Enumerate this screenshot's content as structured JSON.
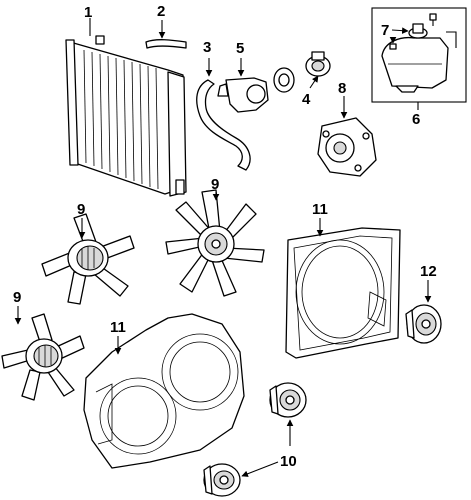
{
  "diagram": {
    "callouts": {
      "c1": "1",
      "c2": "2",
      "c3": "3",
      "c4": "4",
      "c5": "5",
      "c6": "6",
      "c7": "7",
      "c8": "8",
      "c9a": "9",
      "c9b": "9",
      "c9c": "9",
      "c10": "10",
      "c11a": "11",
      "c11b": "11",
      "c12": "12"
    }
  }
}
